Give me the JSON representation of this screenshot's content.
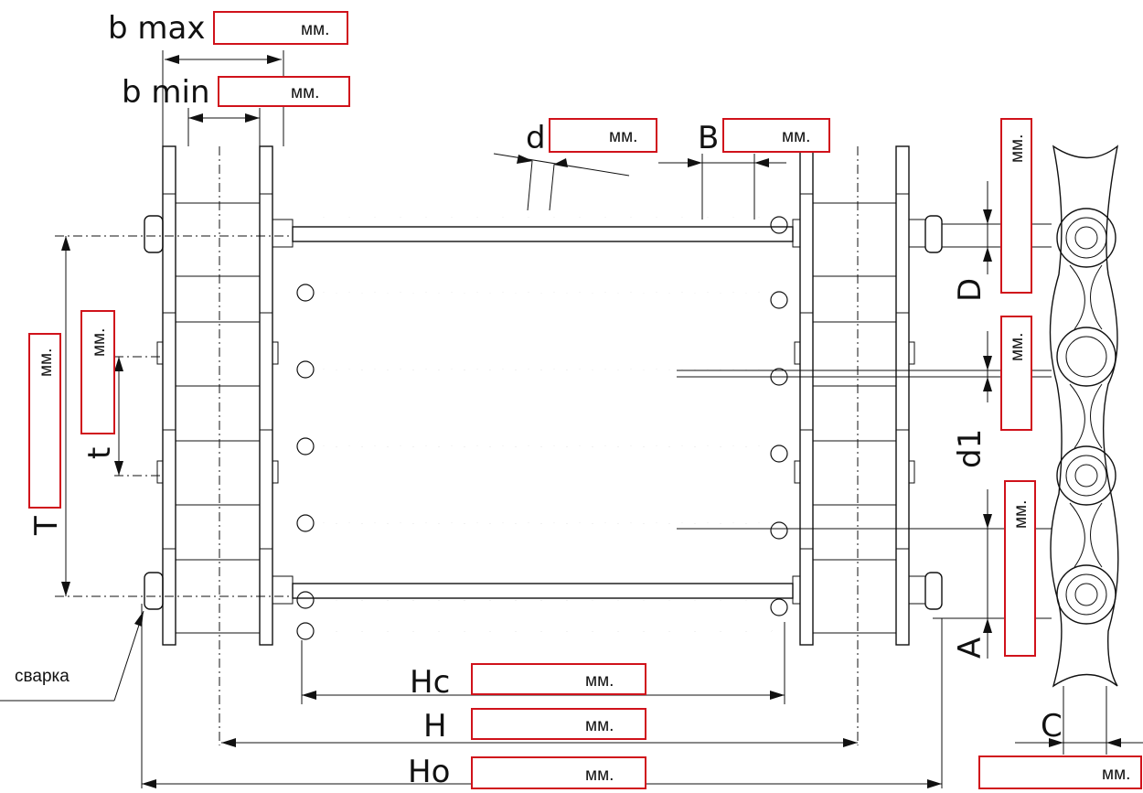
{
  "unit": "мм.",
  "labels": {
    "b_max": "b max",
    "b_min": "b min",
    "d": "d",
    "B": "B",
    "D": "D",
    "d1": "d1",
    "A": "A",
    "t": "t",
    "T": "T",
    "Hc": "Hc",
    "H": "H",
    "Ho": "Ho",
    "C": "C",
    "weld": "сварка"
  },
  "colors": {
    "box_border": "#d0121b",
    "line": "#111111"
  }
}
